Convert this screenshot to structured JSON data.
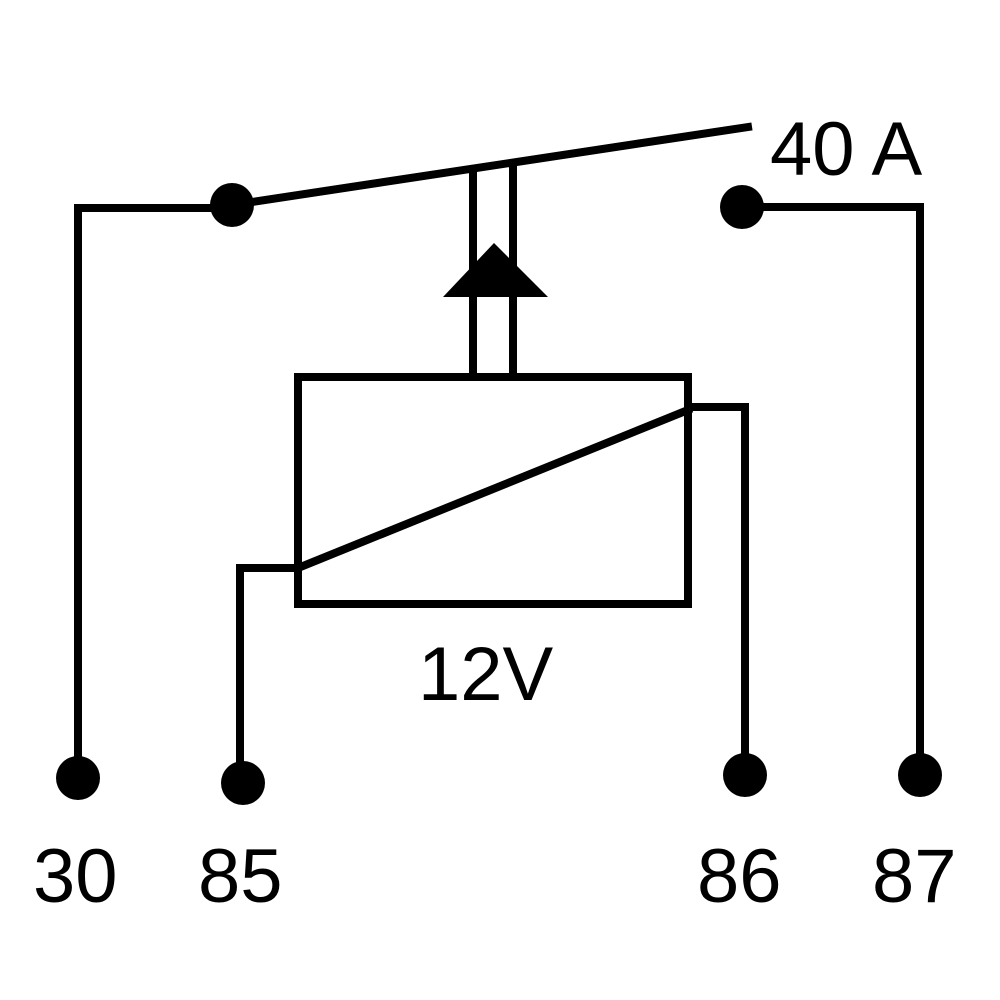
{
  "diagram": {
    "title": "Relay",
    "current_rating": "40 A",
    "coil_voltage": "12V",
    "pins": {
      "p30": "30",
      "p85": "85",
      "p86": "86",
      "p87": "87"
    }
  }
}
